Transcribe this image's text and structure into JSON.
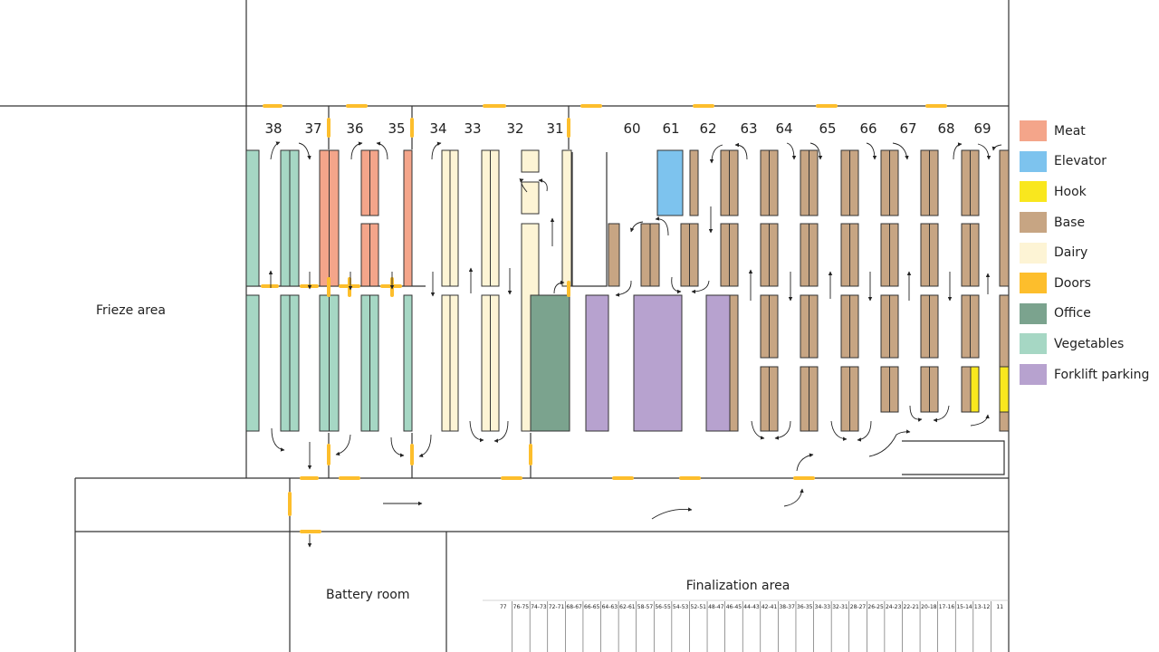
{
  "areas": {
    "frieze": "Frieze area",
    "battery": "Battery room",
    "finalization": "Finalization area"
  },
  "aisles_left": [
    "38",
    "37",
    "36",
    "35",
    "34",
    "33",
    "32",
    "31"
  ],
  "aisles_right": [
    "60",
    "61",
    "62",
    "63",
    "64",
    "65",
    "66",
    "67",
    "68",
    "69"
  ],
  "slots": [
    "77",
    "76-75",
    "74-73",
    "72-71",
    "68-67",
    "66-65",
    "64-63",
    "62-61",
    "58-57",
    "56-55",
    "54-53",
    "52-51",
    "48-47",
    "46-45",
    "44-43",
    "42-41",
    "38-37",
    "36-35",
    "34-33",
    "32-31",
    "28-27",
    "26-25",
    "24-23",
    "22-21",
    "20-18",
    "17-16",
    "15-14",
    "13-12",
    "11"
  ],
  "legend": [
    {
      "key": "meat",
      "label": "Meat",
      "color": "#F4A58A"
    },
    {
      "key": "elevator",
      "label": "Elevator",
      "color": "#7DC3EE"
    },
    {
      "key": "hook",
      "label": "Hook",
      "color": "#F9E71E"
    },
    {
      "key": "base",
      "label": "Base",
      "color": "#C7A583"
    },
    {
      "key": "dairy",
      "label": "Dairy",
      "color": "#FDF4D5"
    },
    {
      "key": "doors",
      "label": "Doors",
      "color": "#FDBE2C"
    },
    {
      "key": "office",
      "label": "Office",
      "color": "#7BA38E"
    },
    {
      "key": "vegetables",
      "label": "Vegetables",
      "color": "#A6D7C4"
    },
    {
      "key": "forklift",
      "label": "Forklift parking",
      "color": "#B7A2CF"
    }
  ]
}
